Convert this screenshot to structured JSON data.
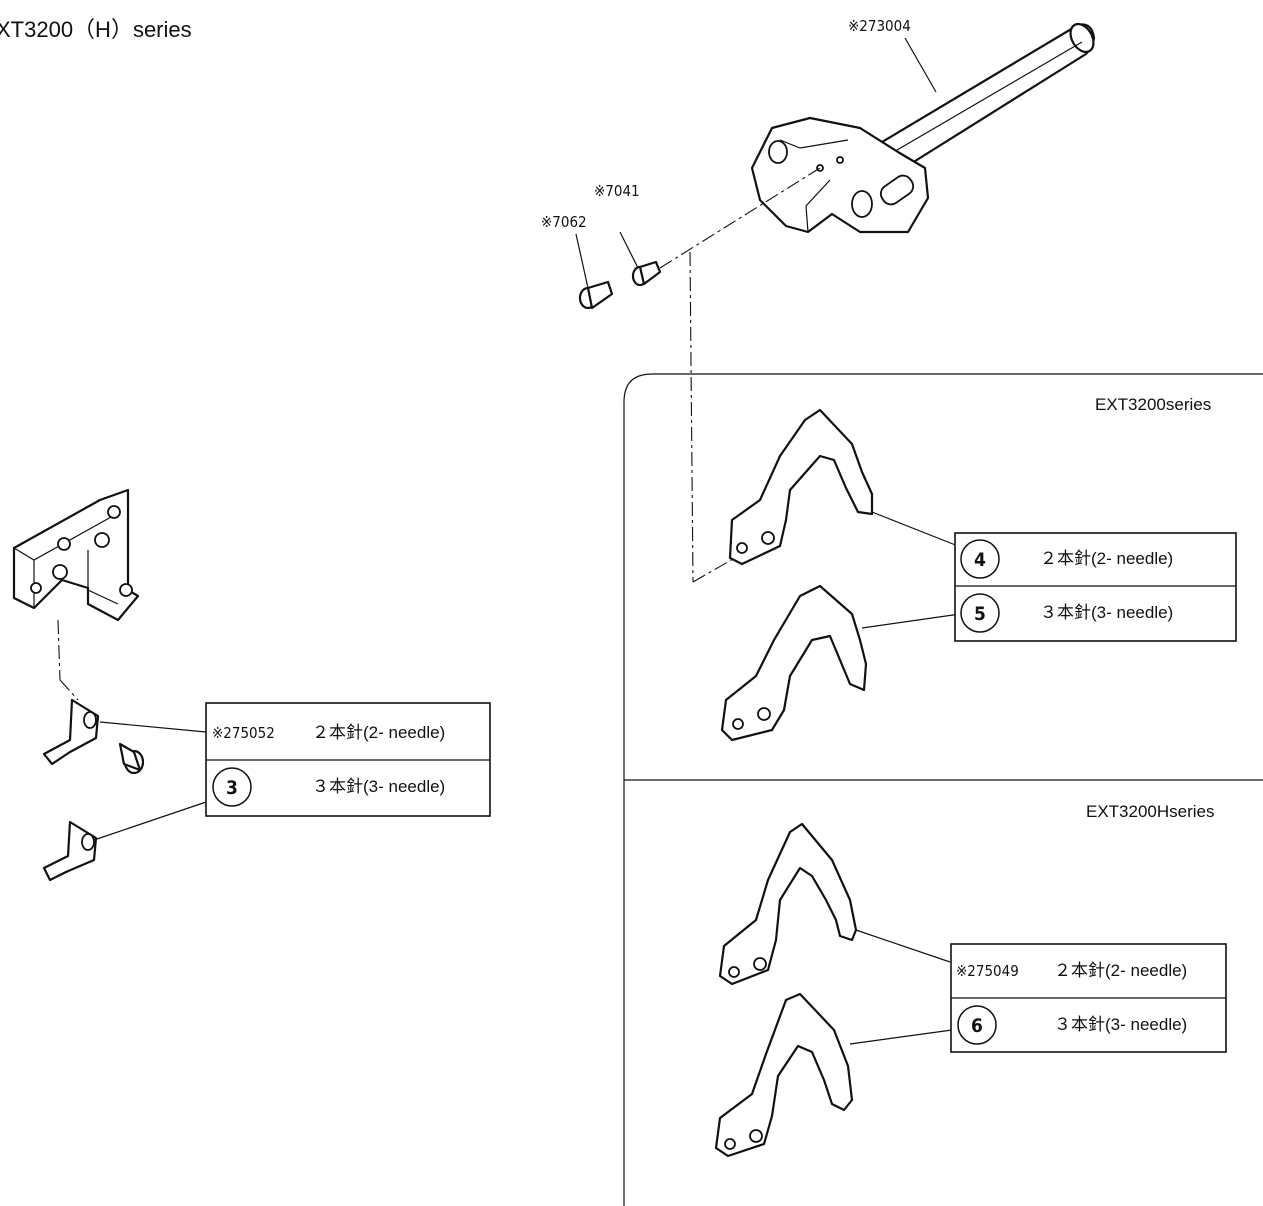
{
  "title": "XT3200（H）series",
  "callouts": {
    "c273004": "※273004",
    "c7041": "※7041",
    "c7062": "※7062"
  },
  "left_table": {
    "row1_code": "※275052",
    "row1_desc": "２本針(2- needle)",
    "row2_num": "3",
    "row2_desc": "３本針(3- needle)"
  },
  "panel_top": {
    "title": "EXT3200series",
    "row1_num": "4",
    "row1_desc": "２本針(2- needle)",
    "row2_num": "5",
    "row2_desc": "３本針(3- needle)"
  },
  "panel_bottom": {
    "title": "EXT3200Hseries",
    "row1_code": "※275049",
    "row1_desc": "２本針(2- needle)",
    "row2_num": "6",
    "row2_desc": "３本針(3- needle)"
  }
}
